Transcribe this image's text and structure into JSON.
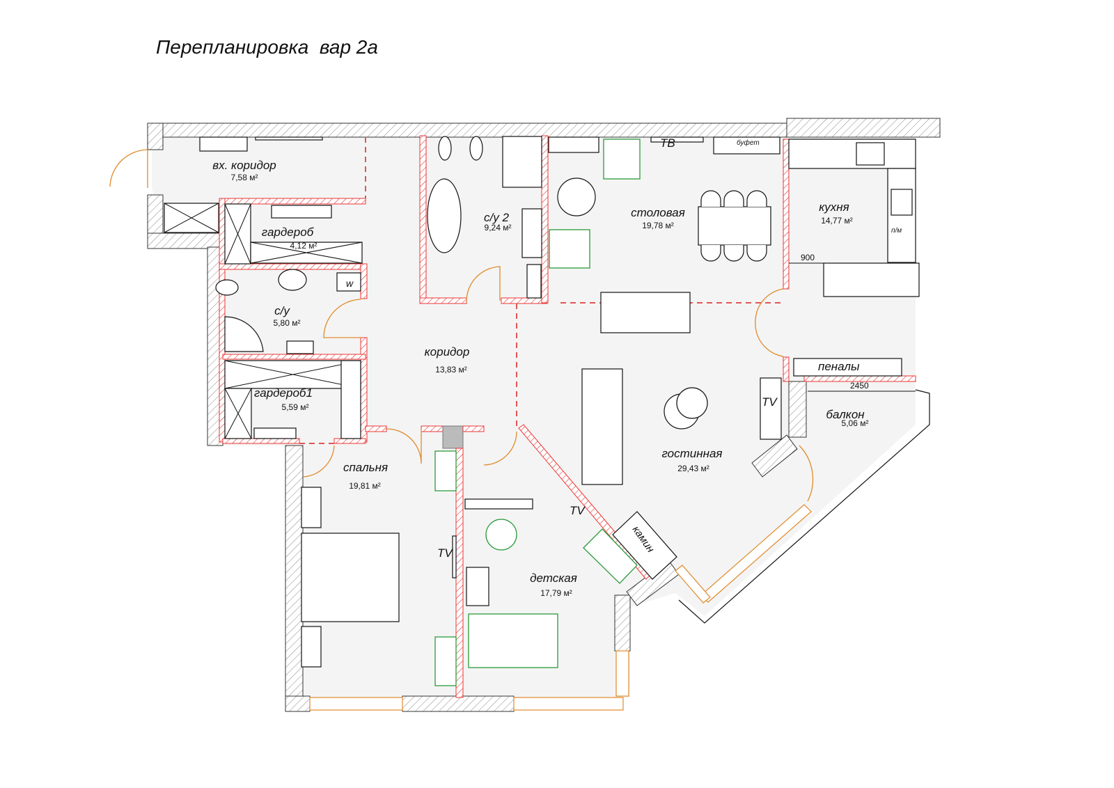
{
  "title": "Перепланировка  вар 2а",
  "rooms": {
    "entry_corridor": {
      "name": "вх. коридор",
      "area": "7,58 м²"
    },
    "wardrobe": {
      "name": "гардероб",
      "area": "4,12 м²"
    },
    "bathroom": {
      "name": "с/у",
      "area": "5,80 м²"
    },
    "wardrobe1": {
      "name": "гардероб1",
      "area": "5,59 м²"
    },
    "bathroom2": {
      "name": "с/у 2",
      "area": "9,24 м²"
    },
    "corridor": {
      "name": "коридор",
      "area": "13,83 м²"
    },
    "dining": {
      "name": "столовая",
      "area": "19,78 м²"
    },
    "kitchen": {
      "name": "кухня",
      "area": "14,77 м²"
    },
    "living": {
      "name": "гостинная",
      "area": "29,43 м²"
    },
    "balcony": {
      "name": "балкон",
      "area": "5,06 м²"
    },
    "bedroom": {
      "name": "спальня",
      "area": "19,81 м²"
    },
    "kids": {
      "name": "детская",
      "area": "17,79 м²"
    }
  },
  "labels": {
    "tv_dining": "ТВ",
    "buffet": "буфет",
    "dishwasher": "п/м",
    "cabinets": "пеналы",
    "washer": "w",
    "tv_living": "TV",
    "tv_kids": "TV",
    "tv_bedroom": "TV",
    "fireplace": "камин"
  },
  "dimensions": {
    "kitchen_pass": "900",
    "balcony_width": "2450"
  }
}
